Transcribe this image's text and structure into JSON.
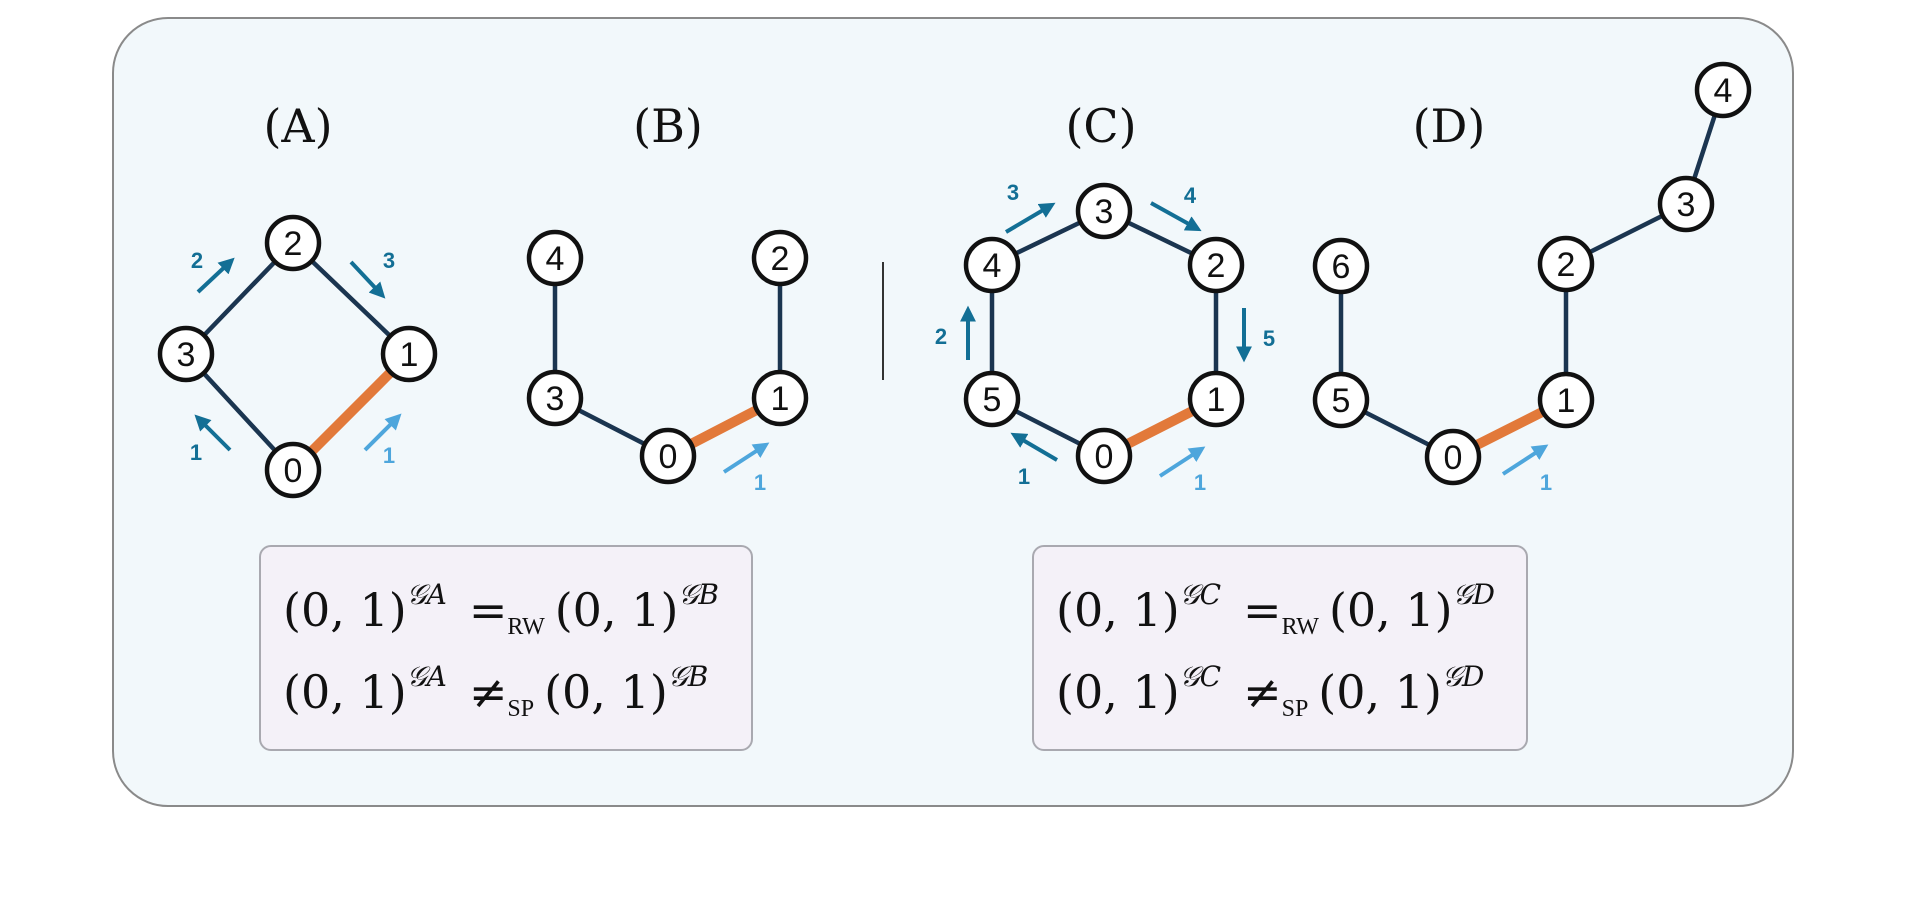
{
  "colors": {
    "edge": "#1b3550",
    "highlight_edge": "#e2793a",
    "step_dark": "#136f95",
    "step_light": "#4ea6dc",
    "panel_bg": "#f2f8fb",
    "box_bg": "#f4f1f8"
  },
  "graphs": [
    {
      "label": "(A)",
      "nodes": [
        "0",
        "1",
        "2",
        "3"
      ],
      "edges": [
        [
          "0",
          "1"
        ],
        [
          "1",
          "2"
        ],
        [
          "2",
          "3"
        ],
        [
          "3",
          "0"
        ]
      ],
      "highlight": [
        "0",
        "1"
      ],
      "steps": [
        "1",
        "2",
        "3",
        "1"
      ]
    },
    {
      "label": "(B)",
      "nodes": [
        "0",
        "1",
        "2",
        "3",
        "4"
      ],
      "edges": [
        [
          "0",
          "1"
        ],
        [
          "1",
          "2"
        ],
        [
          "0",
          "3"
        ],
        [
          "3",
          "4"
        ]
      ],
      "highlight": [
        "0",
        "1"
      ],
      "steps": [
        "1"
      ]
    },
    {
      "label": "(C)",
      "nodes": [
        "0",
        "1",
        "2",
        "3",
        "4",
        "5"
      ],
      "edges": [
        [
          "0",
          "1"
        ],
        [
          "1",
          "2"
        ],
        [
          "2",
          "3"
        ],
        [
          "3",
          "4"
        ],
        [
          "4",
          "5"
        ],
        [
          "5",
          "0"
        ]
      ],
      "highlight": [
        "0",
        "1"
      ],
      "steps": [
        "1",
        "2",
        "3",
        "4",
        "5",
        "1"
      ]
    },
    {
      "label": "(D)",
      "nodes": [
        "0",
        "1",
        "2",
        "3",
        "4",
        "5",
        "6"
      ],
      "edges": [
        [
          "0",
          "1"
        ],
        [
          "1",
          "2"
        ],
        [
          "2",
          "3"
        ],
        [
          "3",
          "4"
        ],
        [
          "0",
          "5"
        ],
        [
          "5",
          "6"
        ]
      ],
      "highlight": [
        "0",
        "1"
      ],
      "steps": [
        "1"
      ]
    }
  ],
  "equations": {
    "left": {
      "line1": {
        "lhs": "(0, 1)",
        "lhs_sup": "𝒢A",
        "rel": "=",
        "rel_sub": "RW",
        "rhs": "(0, 1)",
        "rhs_sup": "𝒢B"
      },
      "line2": {
        "lhs": "(0, 1)",
        "lhs_sup": "𝒢A",
        "rel": "≠",
        "rel_sub": "SP",
        "rhs": "(0, 1)",
        "rhs_sup": "𝒢B"
      }
    },
    "right": {
      "line1": {
        "lhs": "(0, 1)",
        "lhs_sup": "𝒢C",
        "rel": "=",
        "rel_sub": "RW",
        "rhs": "(0, 1)",
        "rhs_sup": "𝒢D"
      },
      "line2": {
        "lhs": "(0, 1)",
        "lhs_sup": "𝒢C",
        "rel": "≠",
        "rel_sub": "SP",
        "rhs": "(0, 1)",
        "rhs_sup": "𝒢D"
      }
    }
  }
}
